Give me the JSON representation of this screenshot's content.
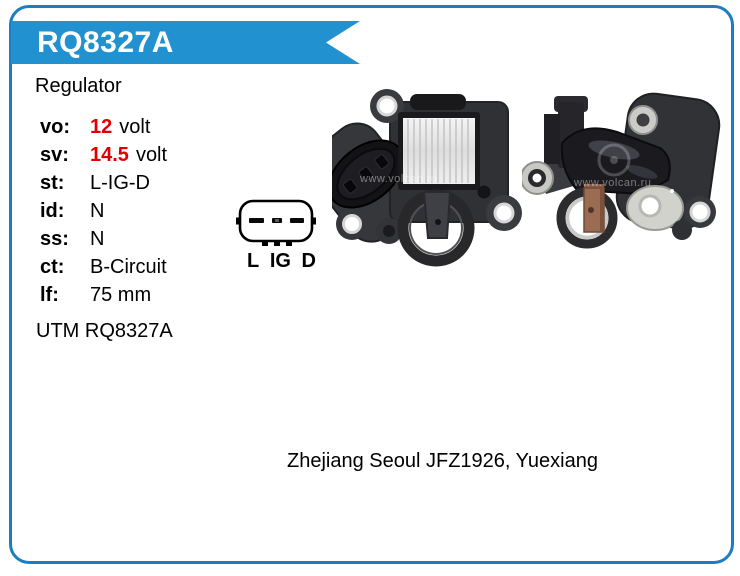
{
  "header": {
    "part_number": "RQ8327A",
    "product_type": "Regulator"
  },
  "specs": [
    {
      "label": "vo:",
      "value": "12",
      "unit": "volt"
    },
    {
      "label": "sv:",
      "value": "14.5",
      "unit": "volt"
    },
    {
      "label": "st:",
      "value": "L-IG-D",
      "unit": ""
    },
    {
      "label": "id:",
      "value": "N",
      "unit": ""
    },
    {
      "label": "ss:",
      "value": "N",
      "unit": ""
    },
    {
      "label": "ct:",
      "value": "B-Circuit",
      "unit": ""
    },
    {
      "label": "lf:",
      "value": "75 mm",
      "unit": ""
    }
  ],
  "utm_line": "UTM RQ8327A",
  "connector": {
    "pin_labels": [
      "L",
      "IG",
      "D"
    ]
  },
  "photos": {
    "watermark": "www.volcan.ru"
  },
  "caption": "Zhejiang Seoul JFZ1926, Yuexiang",
  "colors": {
    "banner": "#2191cf",
    "border": "#1b7ec2",
    "highlight_value": "#e10000"
  }
}
